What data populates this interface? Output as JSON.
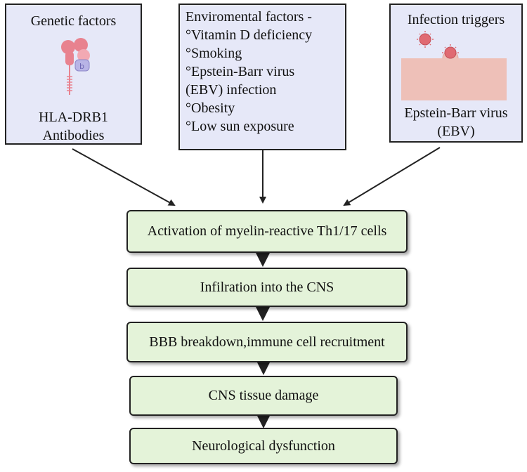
{
  "genetic": {
    "title": "Genetic factors",
    "caption_line1": "HLA-DRB1",
    "caption_line2": "Antibodies"
  },
  "environmental": {
    "title": "Enviromental factors -",
    "items": [
      "°Vitamin D deficiency",
      "°Smoking",
      "°Epstein-Barr virus",
      "(EBV) infection",
      "°Obesity",
      "°Low sun exposure"
    ]
  },
  "infection": {
    "title": "Infection triggers",
    "caption_line1": "Epstein-Barr virus",
    "caption_line2": "(EBV)"
  },
  "flow": {
    "steps": [
      "Activation of myelin-reactive Th1/17 cells",
      "Infilration into the CNS",
      "BBB breakdown,immune cell recruitment",
      "CNS tissue damage",
      "Neurological dysfunction"
    ]
  },
  "colors": {
    "top_box_fill": "#e6e8f8",
    "flow_box_fill": "#e4f3d9",
    "hla_icon": "#e8828f",
    "hla_icon_light": "#f2a9b3",
    "antibody_icon": "#b8b4e6",
    "virus": "#e06a72",
    "membrane": "#eec0b8"
  }
}
